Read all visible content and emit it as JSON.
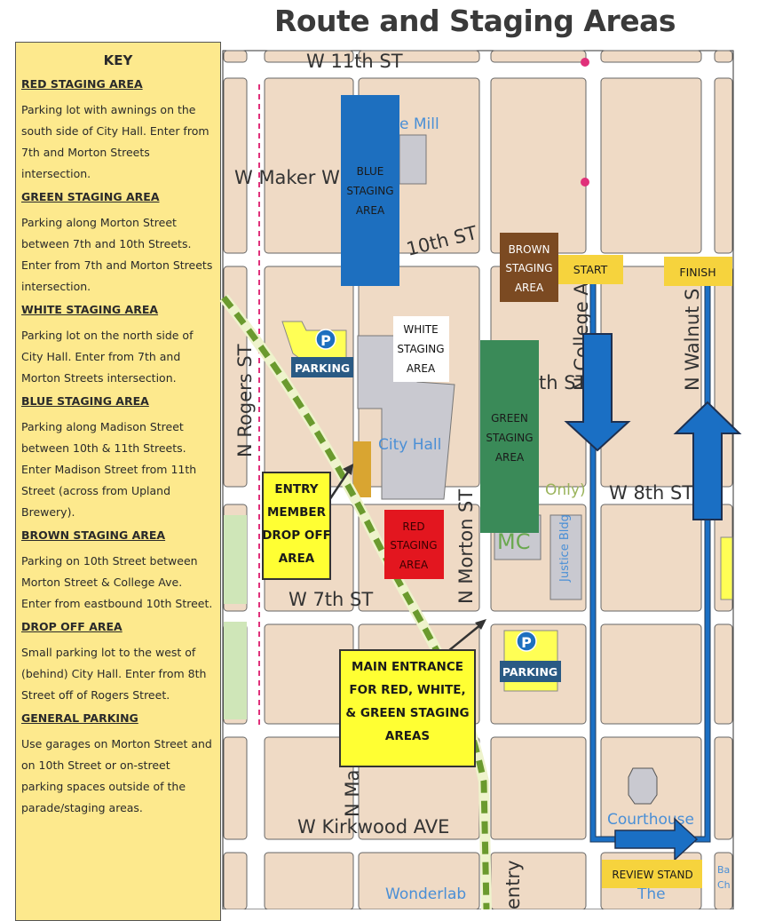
{
  "title": "Route and Staging Areas",
  "key": {
    "heading": "KEY",
    "sections": [
      {
        "title": "RED STAGING AREA",
        "text": "Parking lot with awnings on the south side of City Hall.  Enter from 7th and Morton Streets intersection."
      },
      {
        "title": "GREEN STAGING AREA",
        "text": "Parking along Morton Street between 7th and 10th Streets.  Enter from 7th and Morton Streets intersection."
      },
      {
        "title": "WHITE STAGING AREA",
        "text": "Parking lot on the north side of City Hall.  Enter from 7th and Morton Streets intersection."
      },
      {
        "title": "BLUE STAGING AREA",
        "text": "Parking along Madison Street between 10th & 11th Streets.  Enter Madison Street from 11th Street (across from Upland Brewery)."
      },
      {
        "title": "BROWN STAGING AREA",
        "text": "Parking on 10th Street between Morton Street & College Ave.  Enter from eastbound 10th Street."
      },
      {
        "title": "DROP OFF AREA",
        "text": "Small parking lot to the west of (behind) City Hall.  Enter from 8th Street off of Rogers Street."
      },
      {
        "title": "GENERAL PARKING",
        "text": "Use garages on Morton Street and on 10th Street or on-street parking spaces outside of the parade/staging areas."
      }
    ]
  },
  "map": {
    "streets": {
      "w11th": "W 11th ST",
      "maker": "W Maker W",
      "tenth": "10th ST",
      "rogers": "N Rogers ST",
      "morton": "N Morton ST",
      "college": "N College AVE",
      "walnut": "N Walnut S",
      "eighth": "W 8th ST",
      "ninth": "th ST",
      "seventh": "W 7th ST",
      "kirkwood": "W Kirkwood AVE",
      "madison": "N Ma",
      "entry": "entry"
    },
    "places": {
      "mill": "e Mill",
      "city_hall": "City Hall",
      "justice": "Justice Bldg",
      "courthouse": "Courthouse",
      "wonderlab": "Wonderlab",
      "the": "The",
      "only": "Only)",
      "mc": "MC",
      "ba": "Ba",
      "ch": "Ch"
    },
    "areas": {
      "blue": [
        "BLUE",
        "STAGING",
        "AREA"
      ],
      "brown": [
        "BROWN",
        "STAGING",
        "AREA"
      ],
      "white": [
        "WHITE",
        "STAGING",
        "AREA"
      ],
      "green": [
        "GREEN",
        "STAGING",
        "AREA"
      ],
      "red": [
        "RED",
        "STAGING",
        "AREA"
      ]
    },
    "callouts": {
      "dropoff": [
        "ENTRY",
        "MEMBER",
        "DROP OFF",
        "AREA"
      ],
      "main_entrance": [
        "MAIN ENTRANCE",
        "FOR RED, WHITE,",
        "& GREEN STAGING",
        "AREAS"
      ]
    },
    "parking_label": "PARKING",
    "parking_symbol": "P",
    "start": "START",
    "finish": "FINISH",
    "review_stand": "REVIEW STAND",
    "colors": {
      "blue": "#1d6fbf",
      "brown": "#7b4a22",
      "green": "#3a8a58",
      "red": "#e3161f",
      "yellow": "#ffff33",
      "label": "#f6d33d",
      "route": "#1a6fc4",
      "trail": "#6a9a2e"
    }
  }
}
